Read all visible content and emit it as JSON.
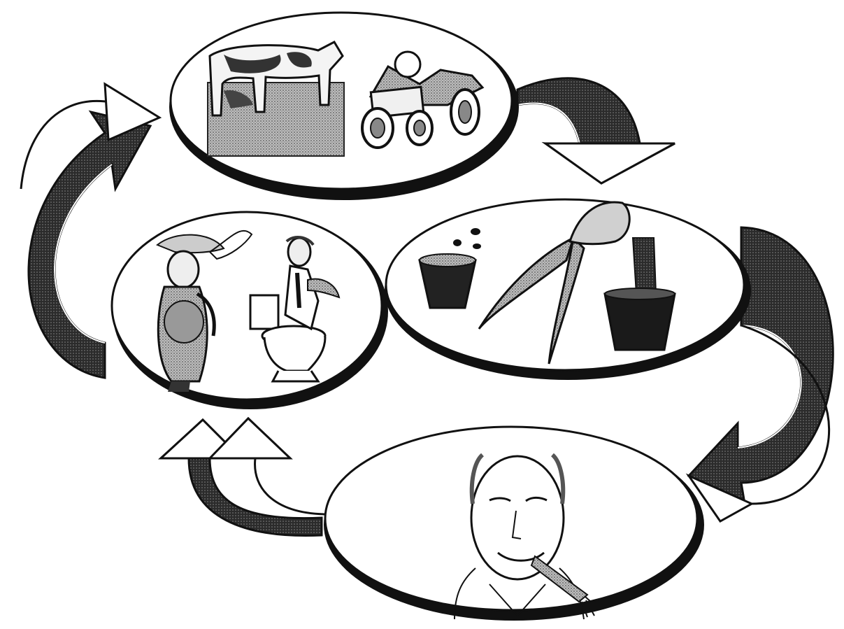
{
  "diagram": {
    "type": "cycle",
    "nodes": [
      {
        "id": "farm",
        "content": [
          "cow-icon",
          "tractor-icon"
        ]
      },
      {
        "id": "garden",
        "content": [
          "seeds-icon",
          "flower-pot-icon",
          "carrot-icon",
          "potted-plant-icon"
        ]
      },
      {
        "id": "consumer",
        "content": [
          "man-eating-carrot-icon"
        ]
      },
      {
        "id": "waste",
        "content": [
          "farmer-icon",
          "toilet-icon"
        ]
      }
    ],
    "edges": [
      {
        "from": "farm",
        "to": "garden"
      },
      {
        "from": "garden",
        "to": "consumer"
      },
      {
        "from": "consumer",
        "to": "waste"
      },
      {
        "from": "waste",
        "to": "farm"
      }
    ]
  },
  "colors": {
    "ink": "#111111",
    "shade": "#3a3a3a",
    "halftone": "#8a8a8a",
    "paper": "#ffffff"
  }
}
